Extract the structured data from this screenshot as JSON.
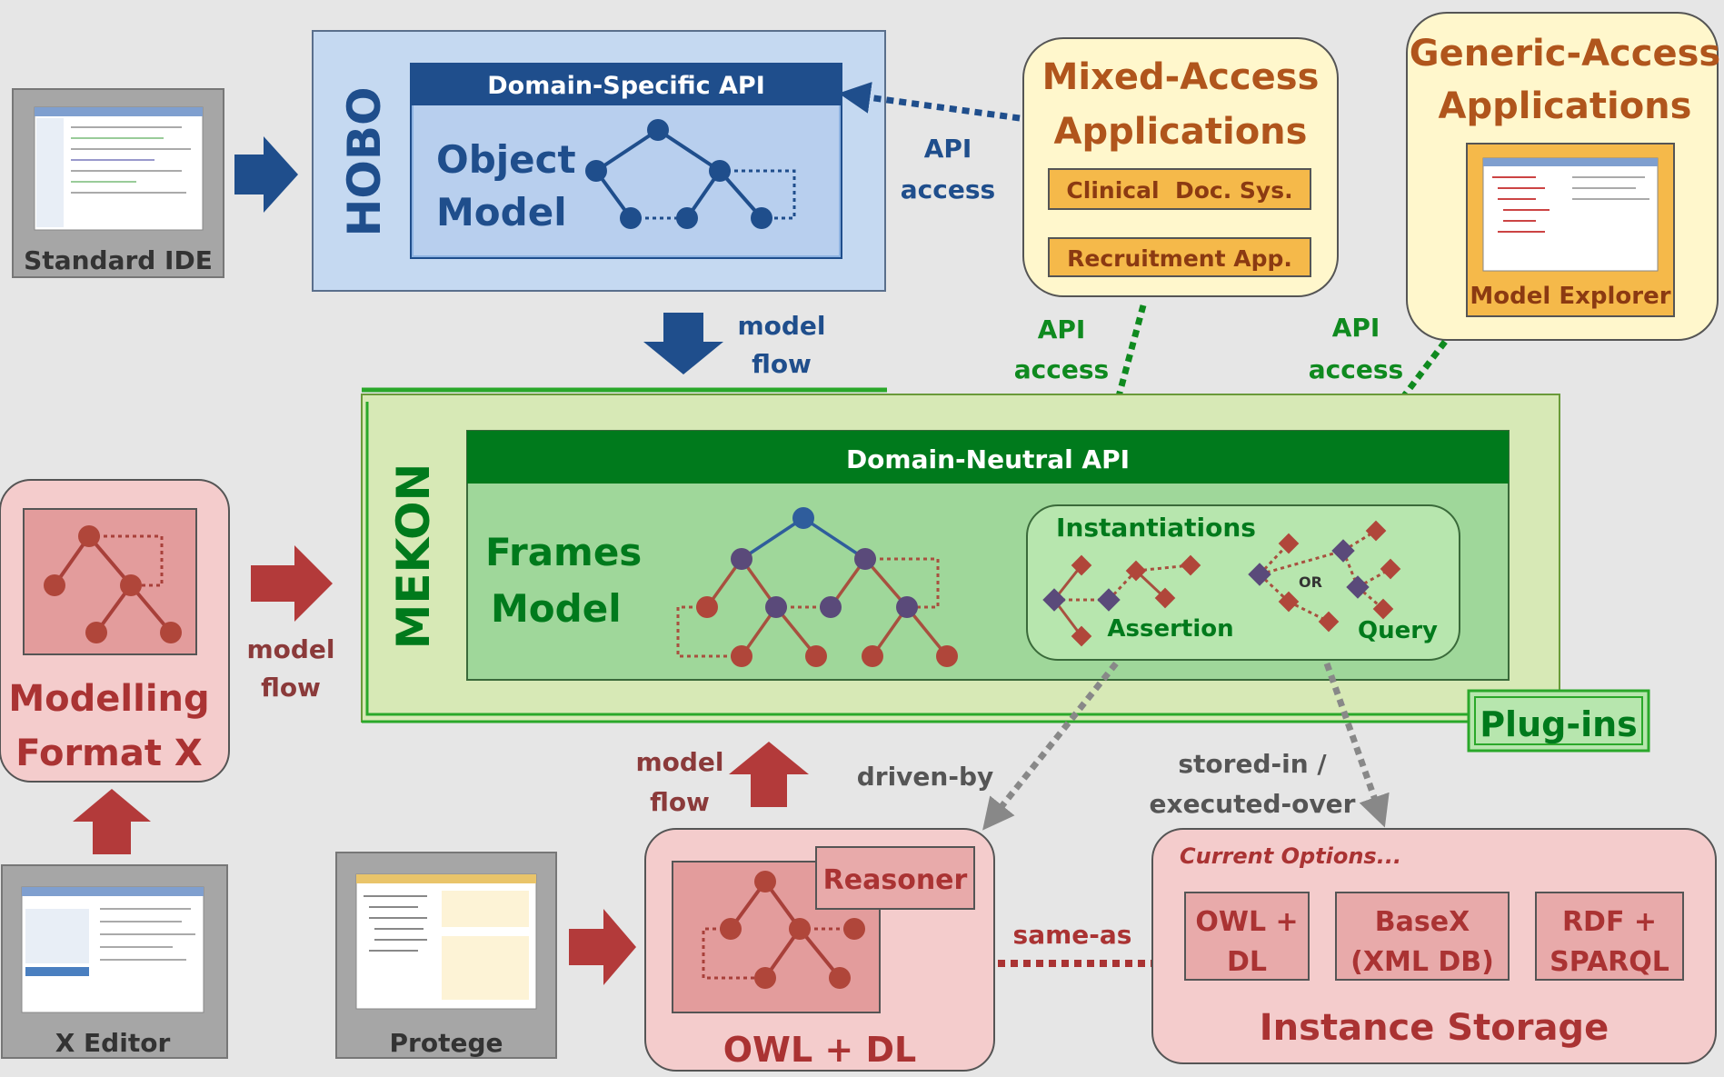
{
  "standard_ide": {
    "label": "Standard IDE"
  },
  "hobo": {
    "title": "HOBO",
    "api_label": "Domain-Specific API",
    "object_model": [
      "Object",
      "Model"
    ]
  },
  "mixed_access": {
    "title": [
      "Mixed-Access",
      "Applications"
    ],
    "apps": [
      "Clinical  Doc. Sys.",
      "Recruitment App."
    ]
  },
  "generic_access": {
    "title": [
      "Generic-Access",
      "Applications"
    ],
    "explorer": "Model Explorer"
  },
  "labels": {
    "api_access": [
      "API",
      "access"
    ],
    "model_flow": [
      "model",
      "flow"
    ],
    "driven_by": "driven-by",
    "stored_in": [
      "stored-in /",
      "executed-over"
    ],
    "same_as": "same-as"
  },
  "mekon": {
    "title": "MEKON",
    "api_label": "Domain-Neutral API",
    "frames_model": [
      "Frames",
      "Model"
    ],
    "instantiations": "Instantiations",
    "assertion": "Assertion",
    "query": "Query",
    "or": "OR",
    "plugins": "Plug-ins"
  },
  "modelling_format": {
    "title": [
      "Modelling",
      "Format X"
    ]
  },
  "x_editor": {
    "label": "X Editor"
  },
  "protege": {
    "label": "Protege"
  },
  "owl_dl": {
    "title": "OWL + DL",
    "reasoner": "Reasoner"
  },
  "instance_storage": {
    "title": "Instance Storage",
    "current_options": "Current Options...",
    "options": [
      [
        "OWL +",
        "DL"
      ],
      [
        "BaseX",
        "(XML DB)"
      ],
      [
        "RDF +",
        "SPARQL"
      ]
    ]
  },
  "colors": {
    "blue_dark": "#1f4e8c",
    "blue_light": "#c5d9f1",
    "green_dark": "#007a1c",
    "green_light": "#d7e9b6",
    "red": "#b33a3a",
    "pink": "#f4cccc",
    "yellow": "#fff7cc",
    "orange_text": "#b0551c"
  }
}
